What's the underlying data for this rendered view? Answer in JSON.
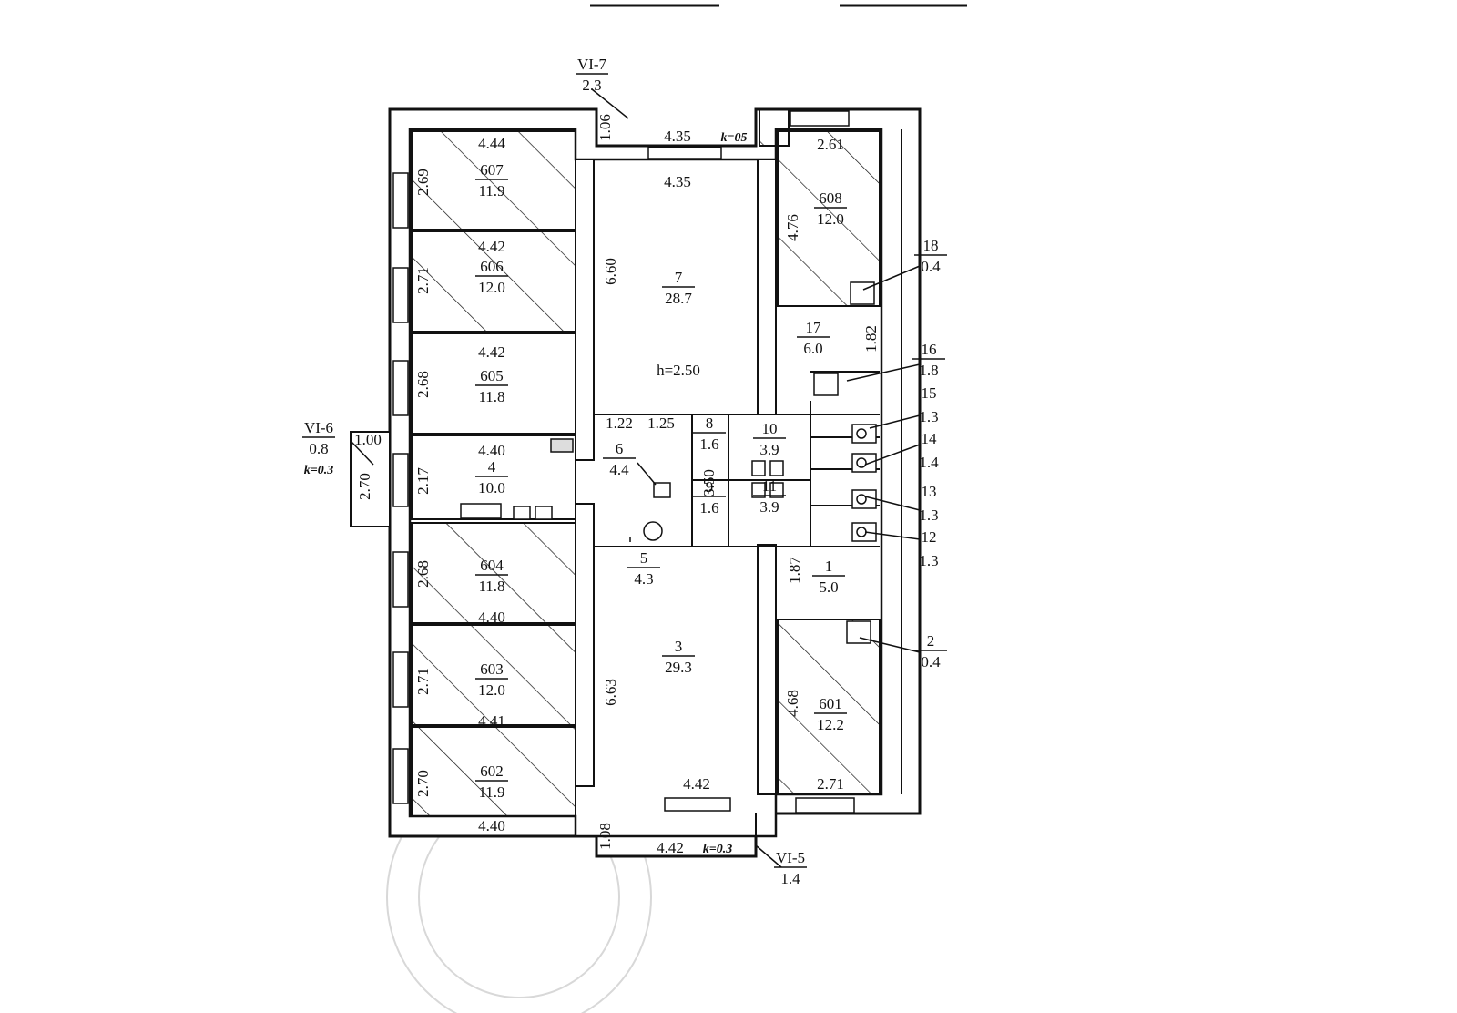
{
  "rooms": [
    {
      "id": "607",
      "num": "607",
      "area": "11.9",
      "width": "4.44",
      "depth": "2.69"
    },
    {
      "id": "606",
      "num": "606",
      "area": "12.0",
      "width": "4.42",
      "depth": "2.71"
    },
    {
      "id": "605",
      "num": "605",
      "area": "11.8",
      "width": "4.42",
      "depth": "2.68"
    },
    {
      "id": "4",
      "num": "4",
      "area": "10.0",
      "width": "4.40",
      "depth": "2.17"
    },
    {
      "id": "604",
      "num": "604",
      "area": "11.8",
      "width": "4.40",
      "depth": "2.68"
    },
    {
      "id": "603",
      "num": "603",
      "area": "12.0",
      "width": "4.41",
      "depth": "2.71"
    },
    {
      "id": "602",
      "num": "602",
      "area": "11.9",
      "width": "4.40",
      "depth": "2.70"
    },
    {
      "id": "7",
      "num": "7",
      "area": "28.7",
      "width": "4.35",
      "depth": "6.60",
      "height": "h=2.50"
    },
    {
      "id": "3",
      "num": "3",
      "area": "29.3",
      "width": "4.42",
      "depth": "6.63"
    },
    {
      "id": "608",
      "num": "608",
      "area": "12.0",
      "width": "2.61",
      "depth": "4.76"
    },
    {
      "id": "601",
      "num": "601",
      "area": "12.2",
      "width": "2.71",
      "depth": "4.68"
    },
    {
      "id": "17",
      "num": "17",
      "area": "6.0",
      "depth": "1.82"
    },
    {
      "id": "18",
      "num": "18",
      "area": "0.4"
    },
    {
      "id": "16",
      "num": "16",
      "area": "1.8"
    },
    {
      "id": "15",
      "num": "15",
      "area": "1.3"
    },
    {
      "id": "14",
      "num": "14",
      "area": "1.4"
    },
    {
      "id": "13",
      "num": "13",
      "area": "1.3"
    },
    {
      "id": "12",
      "num": "12",
      "area": "1.3"
    },
    {
      "id": "1",
      "num": "1",
      "area": "5.0",
      "depth": "1.87"
    },
    {
      "id": "2",
      "num": "2",
      "area": "0.4"
    },
    {
      "id": "6",
      "num": "6",
      "area": "4.4",
      "w1": "1.22",
      "w2": "1.25",
      "depth": "3.50"
    },
    {
      "id": "5",
      "num": "5",
      "area": "4.3"
    },
    {
      "id": "8",
      "num": "8",
      "area": "1.6"
    },
    {
      "id": "9",
      "num": "9",
      "area": "1.6"
    },
    {
      "id": "10",
      "num": "10",
      "area": "3.9"
    },
    {
      "id": "11",
      "num": "11",
      "area": "3.9"
    }
  ],
  "balconies": [
    {
      "id": "VI-7",
      "num": "VI-7",
      "area": "2.3",
      "depth": "1.06",
      "width": "4.35",
      "k": "k=05"
    },
    {
      "id": "VI-6",
      "num": "VI-6",
      "area": "0.8",
      "width": "1.00",
      "depth": "2.70",
      "k": "k=0.3"
    },
    {
      "id": "VI-5",
      "num": "VI-5",
      "area": "1.4",
      "depth": "1.08",
      "width": "4.42",
      "k": "k=0.3"
    }
  ]
}
